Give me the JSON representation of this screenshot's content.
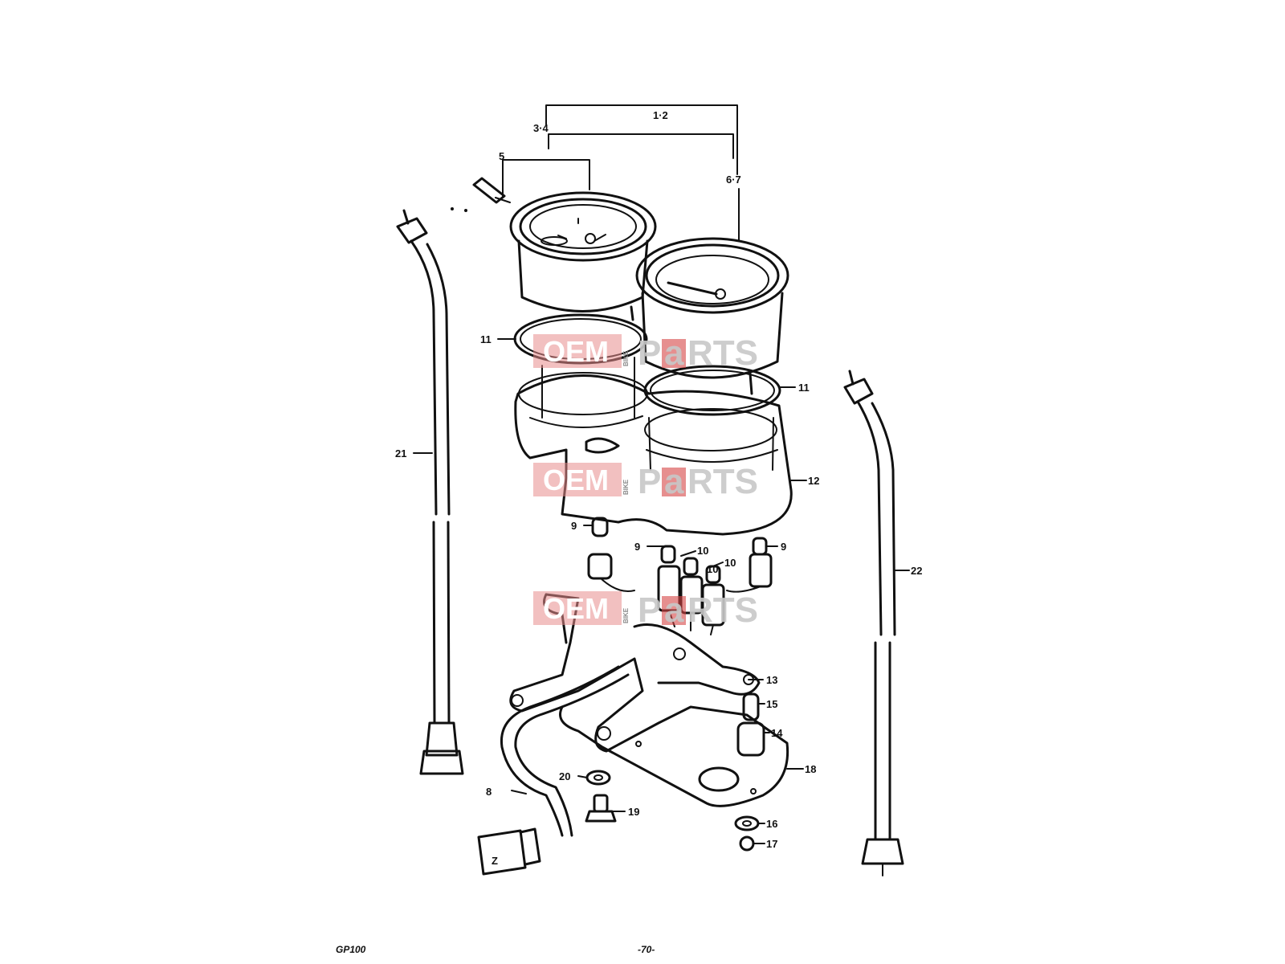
{
  "labels": {
    "l12": "1·2",
    "l34": "3·4",
    "l5": "5",
    "l67": "6·7",
    "l11a": "11",
    "l11b": "11",
    "l12b": "12",
    "l21": "21",
    "l22": "22",
    "l9a": "9",
    "l9b": "9",
    "l9c": "9",
    "l10a": "10",
    "l10b": "10",
    "l10c": "10",
    "l13": "13",
    "l15": "15",
    "l14": "14",
    "l18": "18",
    "l20": "20",
    "l8": "8",
    "l19": "19",
    "l16": "16",
    "l17": "17"
  },
  "watermark": {
    "left_text": "OEM",
    "vertical_text": "BIKE",
    "right_prefix": "P",
    "right_a": "a",
    "right_suffix": "RTS",
    "bg_color": "#e88c8c",
    "accent_color": "#d64545"
  },
  "footer": {
    "model": "GP100",
    "page": "-70-"
  }
}
